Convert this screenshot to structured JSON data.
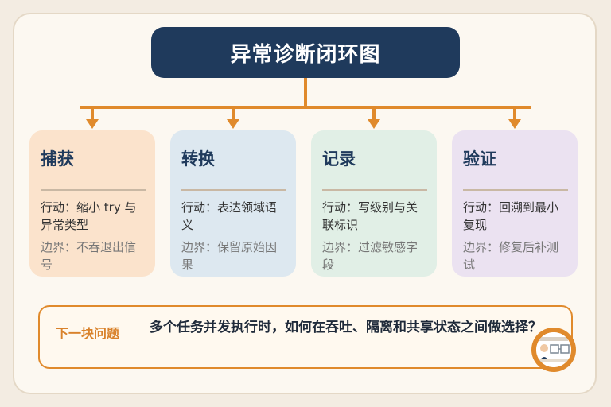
{
  "title": "异常诊断闭环图",
  "cards": [
    {
      "title": "捕获",
      "action": "行动：缩小 try 与异常类型",
      "boundary": "边界：不吞退出信号",
      "color": "#fbe3cc"
    },
    {
      "title": "转换",
      "action": "行动：表达领域语义",
      "boundary": "边界：保留原始因果",
      "color": "#dde8f0"
    },
    {
      "title": "记录",
      "action": "行动：写级别与关联标识",
      "boundary": "边界：过滤敏感字段",
      "color": "#e1efe6"
    },
    {
      "title": "验证",
      "action": "行动：回溯到最小复现",
      "boundary": "边界：修复后补测试",
      "color": "#ebe2f1"
    }
  ],
  "next_question": {
    "label": "下一块问题",
    "text": "多个任务并发执行时，如何在吞吐、隔离和共享状态之间做选择？"
  },
  "colors": {
    "title_bg": "#1f3a5c",
    "accent": "#e08a2c"
  }
}
